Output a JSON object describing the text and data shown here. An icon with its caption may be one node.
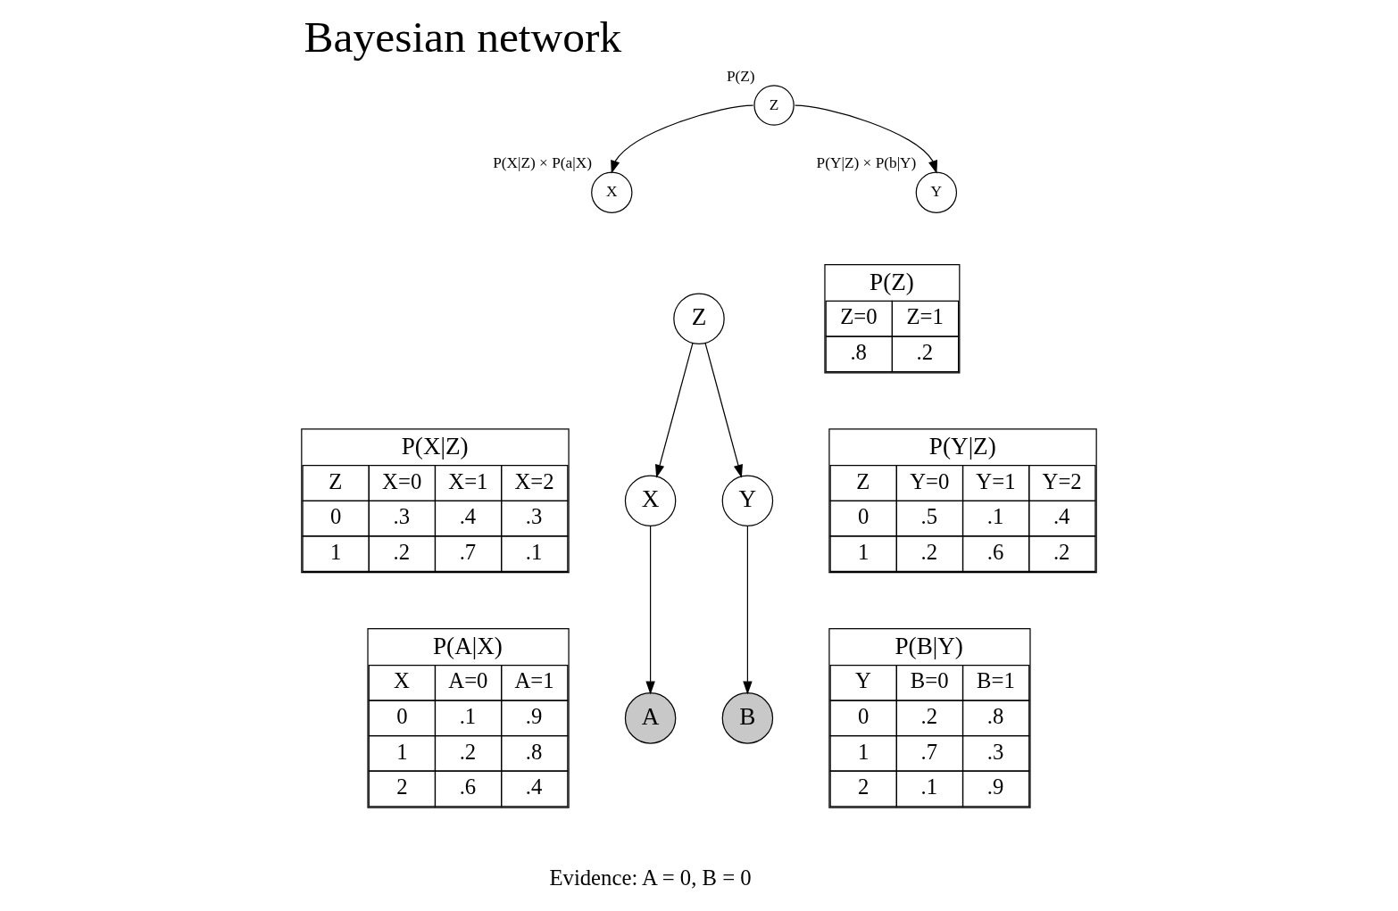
{
  "diagram": {
    "title": "Bayesian network",
    "nodes": [
      {
        "text": [
          "Z"
        ],
        "beside": [
          "P(Z)"
        ]
      },
      {
        "text": [
          "X"
        ],
        "beside": [
          "P(X|Z) × P(a|X)"
        ]
      },
      {
        "text": [
          "Y"
        ],
        "beside": [
          "P(Y|Z) × P(b|Y)"
        ]
      },
      {
        "text": [
          "Z"
        ]
      },
      {
        "text": [
          "X"
        ]
      },
      {
        "text": [
          "Y"
        ]
      },
      {
        "text": [
          "A"
        ]
      },
      {
        "text": [
          "B"
        ]
      }
    ],
    "edges": [
      {
        "from": 0,
        "to": 1,
        "arrow": "to"
      },
      {
        "from": 0,
        "to": 2,
        "arrow": "to"
      },
      {
        "from": 3,
        "to": 4,
        "arrow": "to"
      },
      {
        "from": 3,
        "to": 5,
        "arrow": "to"
      },
      {
        "from": 4,
        "to": 6,
        "arrow": "to"
      },
      {
        "from": 5,
        "to": 7,
        "arrow": "to"
      }
    ],
    "labels": [
      "P(Z)",
      "Z=0",
      "Z=1",
      ".8",
      ".2",
      "P(X|Z)",
      "Z",
      "X=0",
      "X=1",
      "X=2",
      "0",
      ".3",
      ".4",
      ".3",
      "1",
      ".2",
      ".7",
      ".1",
      "P(Y|Z)",
      "Z",
      "Y=0",
      "Y=1",
      "Y=2",
      "0",
      ".5",
      ".1",
      ".4",
      "1",
      ".2",
      ".6",
      ".2",
      "P(A|X)",
      "X",
      "A=0",
      "A=1",
      "0",
      ".1",
      ".9",
      "1",
      ".2",
      ".8",
      "2",
      ".6",
      ".4",
      "P(B|Y)",
      "Y",
      "B=0",
      "B=1",
      "0",
      ".2",
      ".8",
      "1",
      ".7",
      ".3",
      "2",
      ".1",
      ".9",
      "Evidence: A = 0, B = 0"
    ]
  }
}
